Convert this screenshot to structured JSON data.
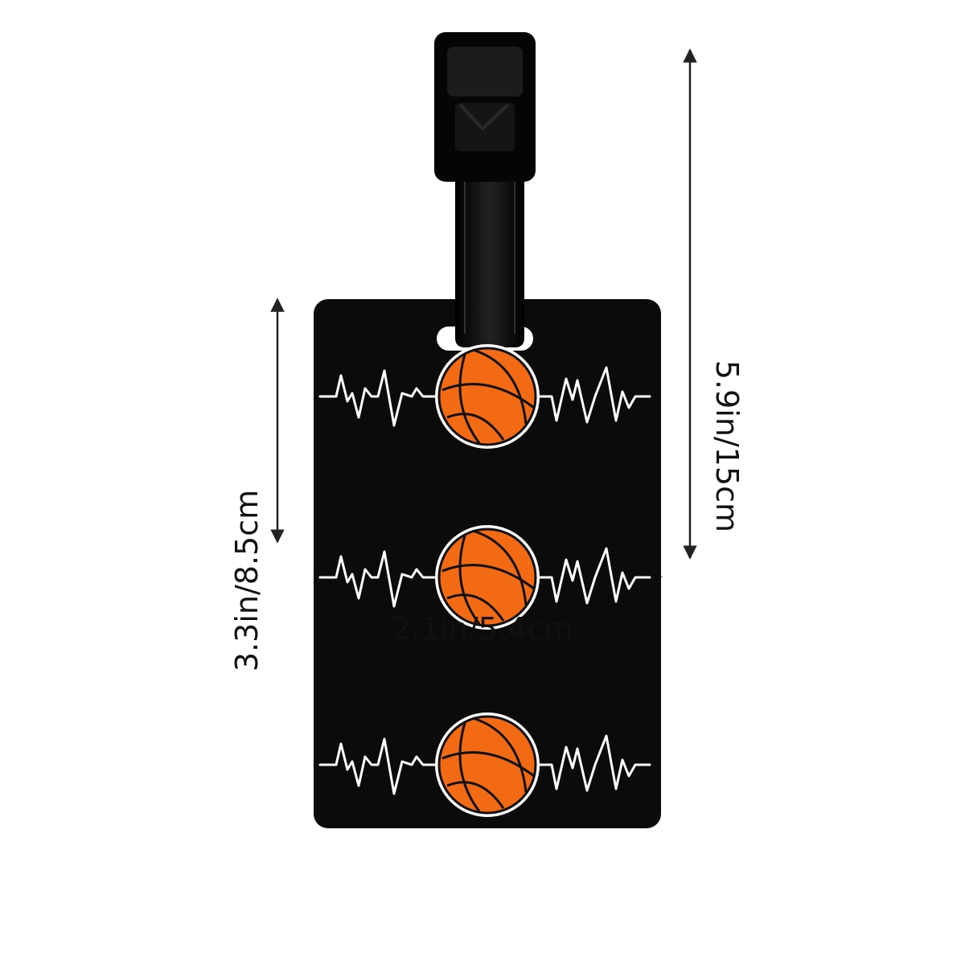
{
  "product": {
    "card_color": "#0b0b0b",
    "strap_color": "#0a0a0a",
    "heartbeat_color": "#ffffff",
    "ball_color": "#f26a14",
    "ball_seam_color": "#111111",
    "ball_count": 3
  },
  "dimensions": {
    "width_label": "2.1in/5.4cm",
    "total_height_label": "5.9in/15cm",
    "tag_height_label": "3.3in/8.5cm",
    "arrow_color": "#222222"
  },
  "icons": {
    "tag": "luggage-tag-icon",
    "ball": "basketball-icon",
    "pulse": "heartbeat-line-icon"
  }
}
